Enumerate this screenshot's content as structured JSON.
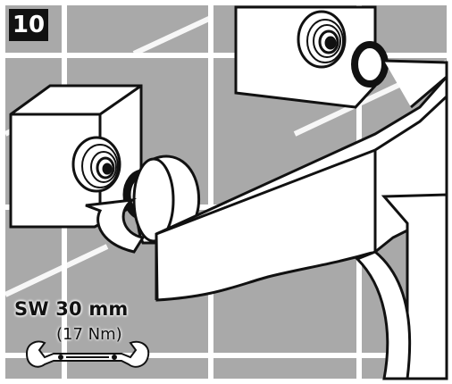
{
  "step": {
    "number": "10"
  },
  "tool": {
    "wrench_size": "SW 30 mm",
    "torque": "(17 Nm)"
  },
  "icons": [
    "wrench-icon",
    "rotation-arrow-icon"
  ],
  "colors": {
    "tiles": "#a9a9a9",
    "grout": "#ffffff",
    "lines": "#111111",
    "fixture": "#ffffff"
  }
}
